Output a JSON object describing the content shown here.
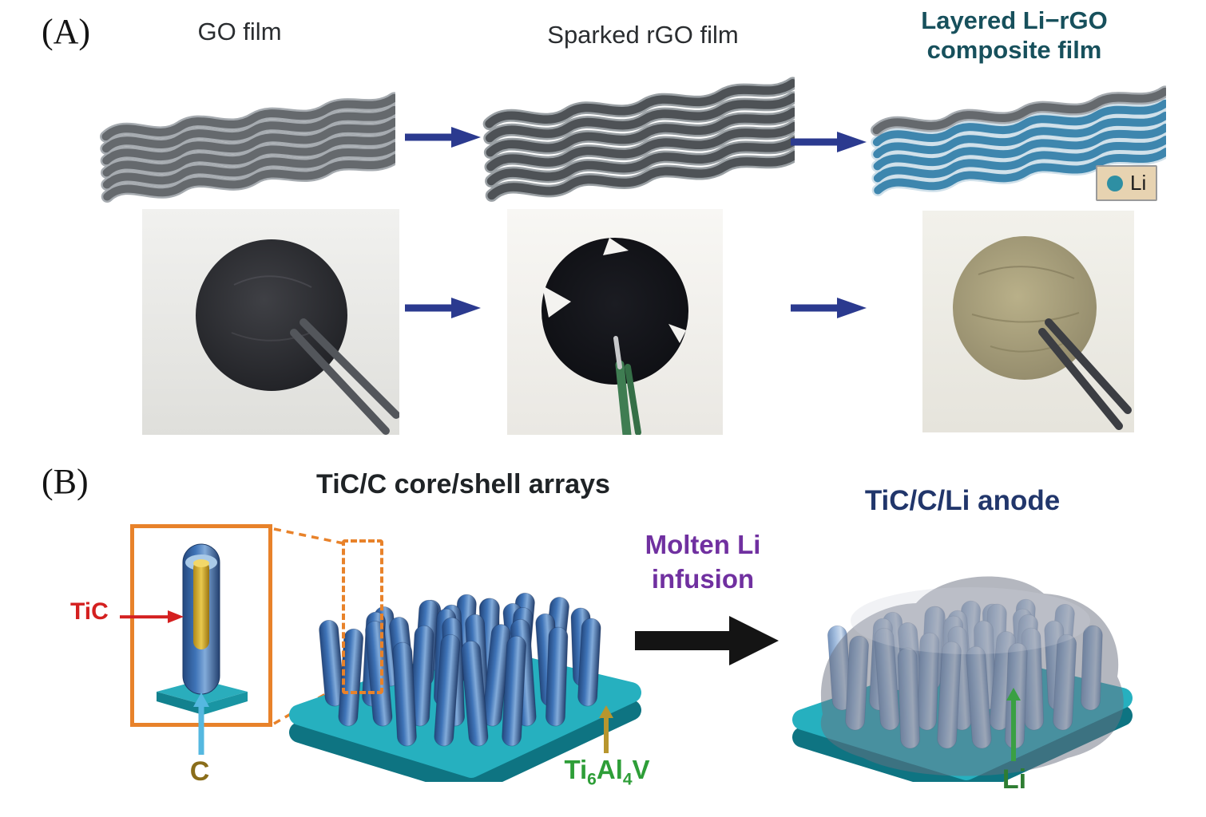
{
  "figure": {
    "panel_a": {
      "label": "(A)",
      "step1_title": "GO film",
      "step2_title": "Sparked rGO film",
      "step3_title_line1": "Layered Li−rGO",
      "step3_title_line2": "composite film",
      "legend_label": "Li"
    },
    "panel_b": {
      "label": "(B)",
      "title": "TiC/C core/shell arrays",
      "tic_label": "TiC",
      "c_label": "C",
      "substrate": {
        "el1": "Ti",
        "sub1": "6",
        "el2": "Al",
        "sub2": "4",
        "el3": "V"
      },
      "process_line1": "Molten Li",
      "process_line2": "infusion",
      "anode_title": "TiC/C/Li anode",
      "li_label": "Li"
    }
  },
  "colors": {
    "arrow_blue": "#2b3a8f",
    "step3_title_teal": "#17505c",
    "process_purple": "#7030a0",
    "anode_navy": "#21366b",
    "tic_red": "#d42020",
    "c_gold": "#8a6d1a",
    "substrate_green": "#2e9e38",
    "li_green": "#2e7d32",
    "accent_orange": "#e8822a",
    "platform_teal": "#26b0bf",
    "pillar_blue": "#3a66a8",
    "legend_dot_teal": "#2e8fa3",
    "black_arrow": "#141414",
    "c_arrow_cyan": "#55b8e0",
    "substrate_arrow_olive": "#b8962e",
    "li_arrow_green": "#3aa043"
  }
}
